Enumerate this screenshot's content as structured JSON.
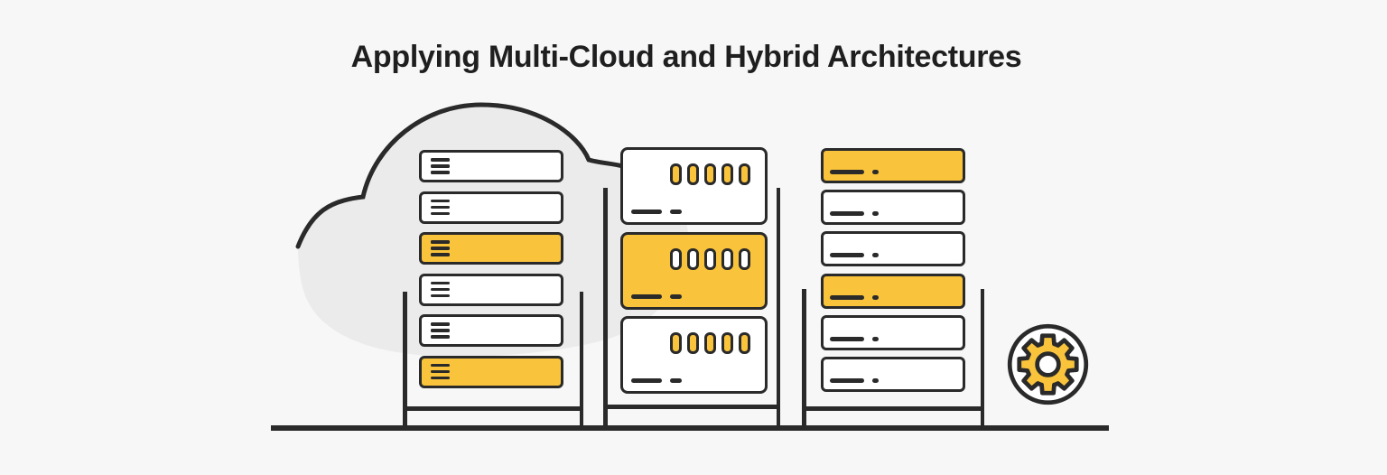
{
  "title": "Applying Multi-Cloud and Hybrid Architectures",
  "colors": {
    "background": "#F7F7F8",
    "cloud": "#EBEBEB",
    "outline": "#2A2A2A",
    "accent_yellow": "#F9C33C",
    "unit_white": "#FFFFFF"
  },
  "illustration": {
    "cloud": {
      "icon": "cloud-icon"
    },
    "racks": [
      {
        "id": "left",
        "variant": "menu-lines",
        "units": [
          "white",
          "white",
          "yellow",
          "white",
          "white",
          "yellow"
        ]
      },
      {
        "id": "middle",
        "variant": "slots",
        "slots_per_unit": 5,
        "units": [
          "white",
          "yellow",
          "white"
        ]
      },
      {
        "id": "right",
        "variant": "dash-dot",
        "units": [
          "yellow",
          "white",
          "white",
          "yellow",
          "white",
          "white"
        ]
      }
    ],
    "gear": {
      "icon": "gear-icon",
      "teeth": 8
    }
  }
}
